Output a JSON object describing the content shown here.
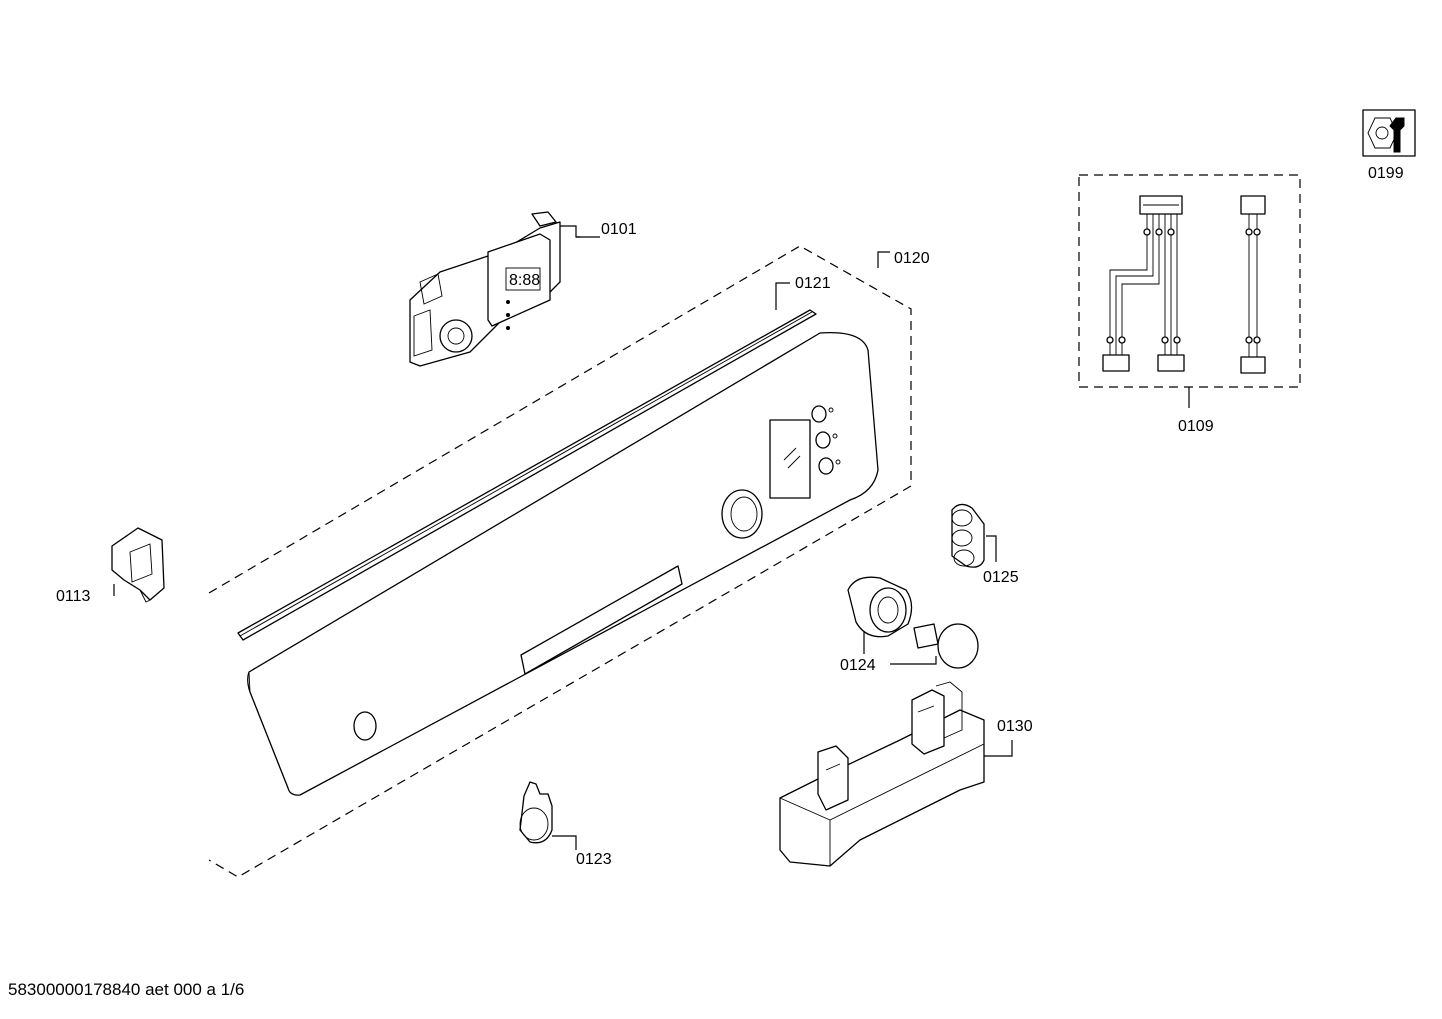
{
  "document": {
    "id": "58300000178840 aet 000 a 1/6"
  },
  "callouts": {
    "p0101": "0101",
    "p0109": "0109",
    "p0113": "0113",
    "p0120": "0120",
    "p0121": "0121",
    "p0123": "0123",
    "p0124": "0124",
    "p0125": "0125",
    "p0130": "0130",
    "p0199": "0199"
  },
  "icons": {
    "service_tool": "nut-and-wrench-icon"
  }
}
